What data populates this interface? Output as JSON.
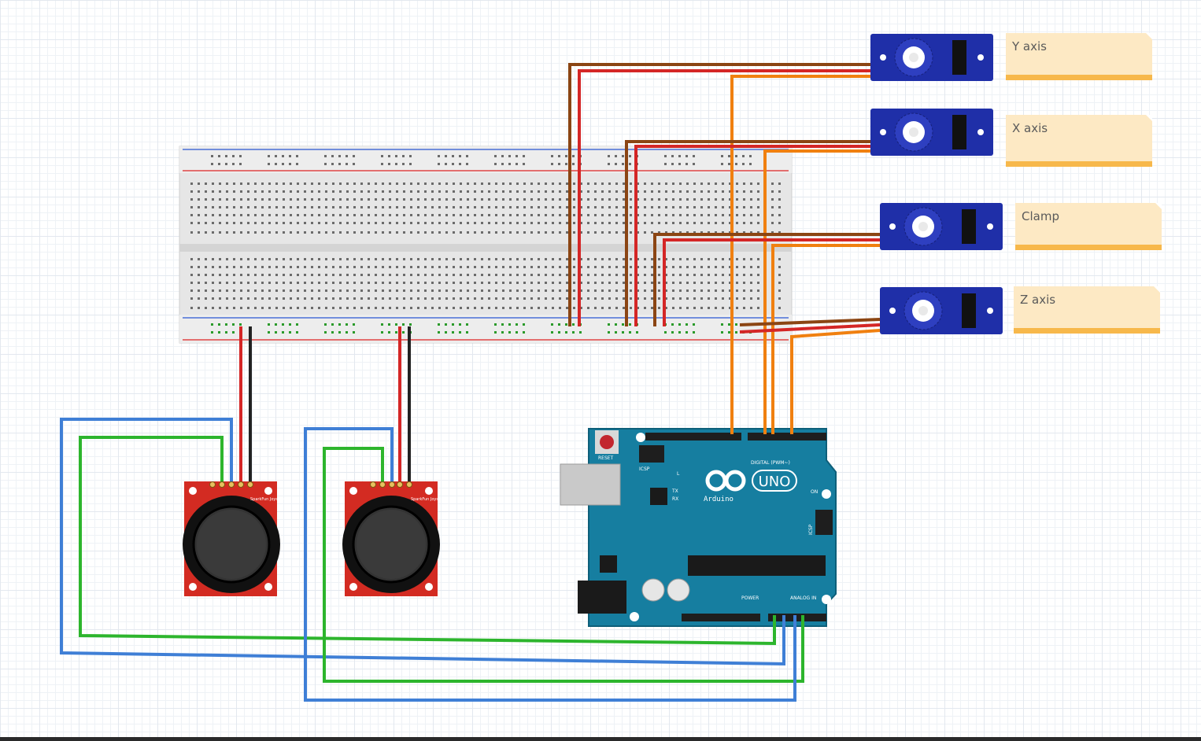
{
  "labels": {
    "y_axis": "Y axis",
    "x_axis": "X axis",
    "clamp": "Clamp",
    "z_axis": "Z axis"
  },
  "arduino": {
    "brand": "Arduino",
    "model": "UNO",
    "reset": "RESET",
    "icsp": "ICSP",
    "icsp2": "ICSP",
    "digital": "DIGITAL (PWM~)",
    "power": "POWER",
    "analog": "ANALOG IN",
    "on": "ON",
    "l": "L",
    "tx": "TX",
    "rx": "RX"
  },
  "joystick_label": "SparkFun Joystick",
  "colors": {
    "brown": "#8b4513",
    "red": "#d42626",
    "orange": "#f08010",
    "black": "#222222",
    "green": "#2db52d",
    "blue": "#3f7fd6",
    "servo_blue": "#1f2fa8",
    "arduino_teal": "#167ea0",
    "joystick_red": "#d32b22"
  }
}
